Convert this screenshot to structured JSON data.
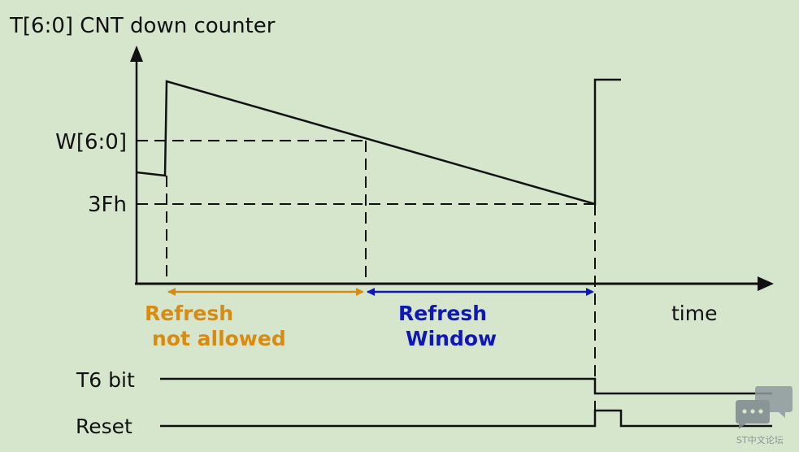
{
  "diagram": {
    "title": "T[6:0] CNT down counter",
    "y_labels": {
      "window": "W[6:0]",
      "threshold": "3Fh"
    },
    "x_label": "time",
    "regions": {
      "not_allowed": {
        "line1": "Refresh",
        "line2": "not allowed",
        "color": "#d98a10"
      },
      "window": {
        "line1": "Refresh",
        "line2": "Window",
        "color": "#0f17b8"
      }
    },
    "signals": {
      "t6": "T6 bit",
      "reset": "Reset"
    }
  },
  "watermark": {
    "text": "ST中文论坛"
  }
}
